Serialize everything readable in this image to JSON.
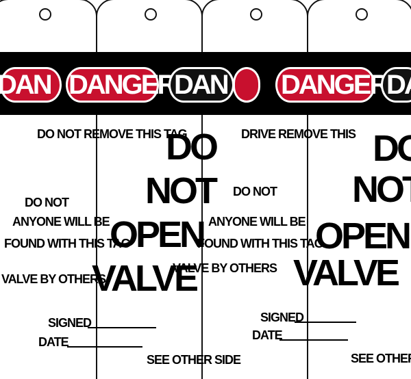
{
  "header_word": "DANGER",
  "header_word_partial_left": "DAN",
  "header_word_partial_right": "DA",
  "small_texts": {
    "t1": "DO NOT REMOVE THIS TAG",
    "t2": "DRIVE REMOVE THIS",
    "t3": "DO NOT",
    "t4": "ANYONE WILL BE",
    "t5": "FOUND WITH THIS TAG",
    "t6": "VALVE BY OTHERS",
    "t7": "SIGNED",
    "t8": "DATE",
    "t9": "SEE OTHER SIDE"
  },
  "big_words": {
    "do": "DO",
    "not": "NOT",
    "open": "OPEN",
    "valve": "VALVE"
  },
  "colors": {
    "red": "#c8102e",
    "black": "#000000",
    "white": "#ffffff"
  }
}
